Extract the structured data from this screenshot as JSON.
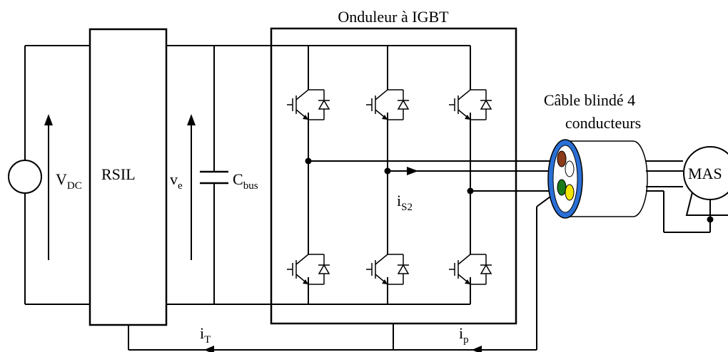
{
  "labels": {
    "inverter_title": "Onduleur à IGBT",
    "cable_title_line1": "Câble blindé 4",
    "cable_title_line2": "conducteurs",
    "vdc": "V",
    "vdc_sub": "DC",
    "rsil": "RSIL",
    "ve": "v",
    "ve_sub": "e",
    "cbus": "C",
    "cbus_sub": "bus",
    "is2": "i",
    "is2_sub": "S2",
    "it": "i",
    "it_sub": "T",
    "ip": "i",
    "ip_sub": "p",
    "motor": "MAS"
  },
  "colors": {
    "conductor_1": "#8b3a1a",
    "conductor_2": "#ffffff",
    "conductor_3": "#1a7a1a",
    "conductor_4": "#f2e600",
    "cable_shield": "#2a6fd6"
  },
  "components": {
    "source": "dc-voltage-source",
    "filter": "rsil-box",
    "capacitor": "bus-capacitor",
    "switches": [
      "igbt-1",
      "igbt-2",
      "igbt-3",
      "igbt-4",
      "igbt-5",
      "igbt-6"
    ],
    "cable": "shielded-4-conductor-cable",
    "motor": "induction-motor"
  }
}
